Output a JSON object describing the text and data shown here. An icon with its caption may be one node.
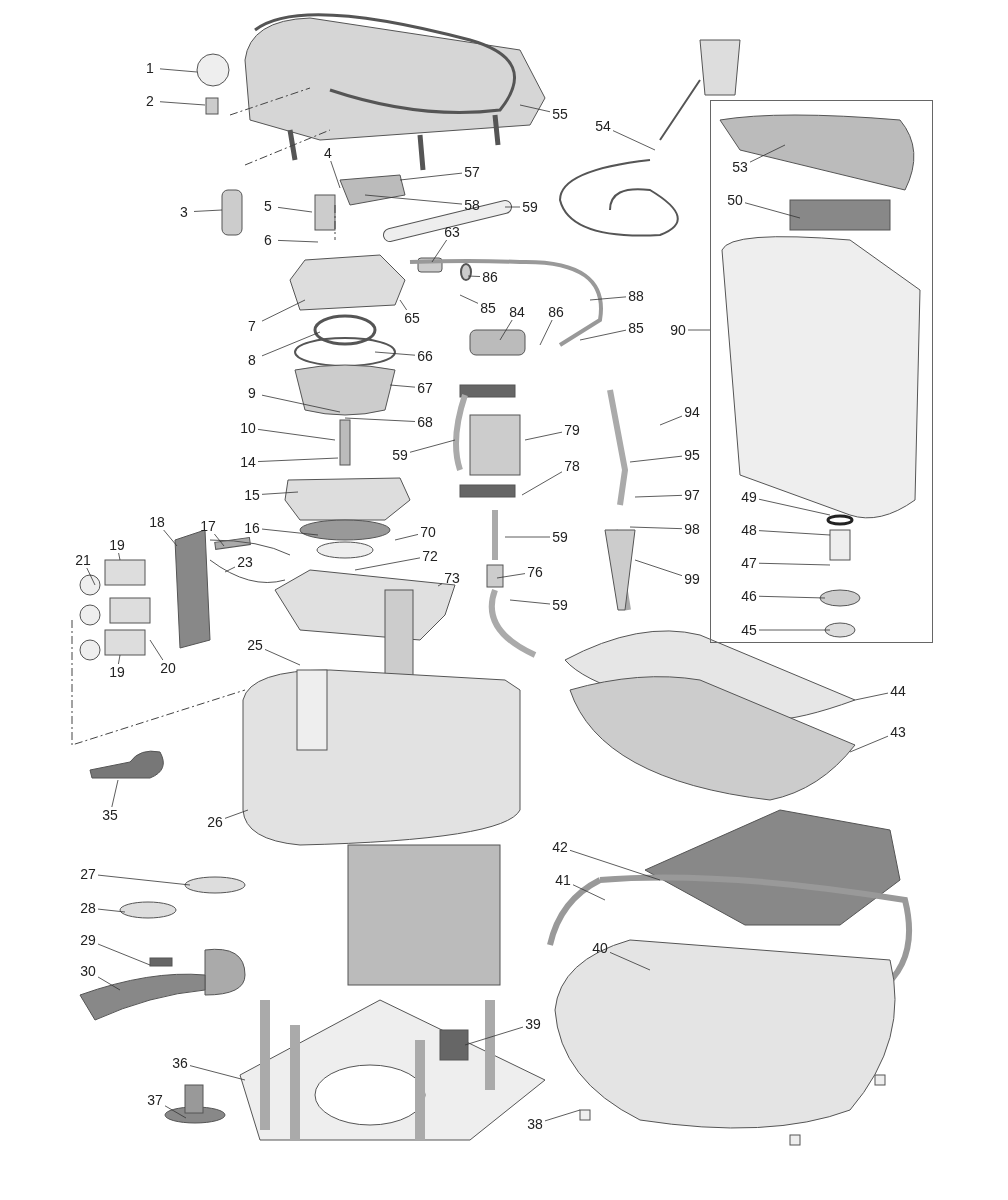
{
  "diagram": {
    "nodes": [
      {
        "text": [
          "1"
        ]
      },
      {
        "text": [
          "2"
        ]
      },
      {
        "text": [
          "55"
        ]
      },
      {
        "text": [
          "54"
        ]
      },
      {
        "text": [
          "53"
        ],
        "in": 74
      },
      {
        "text": [
          "4"
        ]
      },
      {
        "text": [
          "57"
        ]
      },
      {
        "text": [
          "50"
        ],
        "in": 74
      },
      {
        "text": [
          "3"
        ]
      },
      {
        "text": [
          "5"
        ]
      },
      {
        "text": [
          "58"
        ]
      },
      {
        "text": [
          "59"
        ]
      },
      {
        "text": [
          "6"
        ]
      },
      {
        "text": [
          "63"
        ]
      },
      {
        "text": [
          "86"
        ]
      },
      {
        "text": [
          "88"
        ]
      },
      {
        "text": [
          "85"
        ]
      },
      {
        "text": [
          "7"
        ]
      },
      {
        "text": [
          "65"
        ]
      },
      {
        "text": [
          "84"
        ]
      },
      {
        "text": [
          "86"
        ]
      },
      {
        "text": [
          "85"
        ]
      },
      {
        "text": [
          "90"
        ]
      },
      {
        "text": [
          "66"
        ]
      },
      {
        "text": [
          "8"
        ]
      },
      {
        "text": [
          "67"
        ]
      },
      {
        "text": [
          "9"
        ]
      },
      {
        "text": [
          "94"
        ]
      },
      {
        "text": [
          "68"
        ]
      },
      {
        "text": [
          "10"
        ]
      },
      {
        "text": [
          "79"
        ]
      },
      {
        "text": [
          "59"
        ]
      },
      {
        "text": [
          "95"
        ]
      },
      {
        "text": [
          "14"
        ]
      },
      {
        "text": [
          "78"
        ]
      },
      {
        "text": [
          "15"
        ]
      },
      {
        "text": [
          "97"
        ]
      },
      {
        "text": [
          "49"
        ],
        "in": 74
      },
      {
        "text": [
          "18"
        ]
      },
      {
        "text": [
          "17"
        ]
      },
      {
        "text": [
          "16"
        ]
      },
      {
        "text": [
          "70"
        ]
      },
      {
        "text": [
          "98"
        ]
      },
      {
        "text": [
          "48"
        ],
        "in": 74
      },
      {
        "text": [
          "59"
        ]
      },
      {
        "text": [
          "19"
        ]
      },
      {
        "text": [
          "23"
        ]
      },
      {
        "text": [
          "72"
        ]
      },
      {
        "text": [
          "21"
        ]
      },
      {
        "text": [
          "47"
        ],
        "in": 74
      },
      {
        "text": [
          "76"
        ]
      },
      {
        "text": [
          "73"
        ]
      },
      {
        "text": [
          "99"
        ]
      },
      {
        "text": [
          "46"
        ],
        "in": 74
      },
      {
        "text": [
          "59"
        ]
      },
      {
        "text": [
          "45"
        ],
        "in": 74
      },
      {
        "text": [
          "25"
        ]
      },
      {
        "text": [
          "20"
        ]
      },
      {
        "text": [
          "19"
        ]
      },
      {
        "text": [
          "44"
        ]
      },
      {
        "text": [
          "43"
        ]
      },
      {
        "text": [
          "35"
        ]
      },
      {
        "text": [
          "26"
        ]
      },
      {
        "text": [
          "42"
        ]
      },
      {
        "text": [
          "27"
        ]
      },
      {
        "text": [
          "41"
        ]
      },
      {
        "text": [
          "28"
        ]
      },
      {
        "text": [
          "29"
        ]
      },
      {
        "text": [
          "40"
        ]
      },
      {
        "text": [
          "30"
        ]
      },
      {
        "text": [
          "39"
        ]
      },
      {
        "text": [
          "36"
        ]
      },
      {
        "text": [
          "37"
        ]
      },
      {
        "text": [
          "38"
        ]
      },
      {
        "text": [],
        "shape": "box"
      }
    ],
    "edges": [
      {
        "from": 0,
        "to": null,
        "arrow": "none"
      },
      {
        "from": 1,
        "to": null,
        "arrow": "none"
      },
      {
        "from": 2,
        "to": null,
        "arrow": "none"
      },
      {
        "from": 3,
        "to": null,
        "arrow": "none"
      },
      {
        "from": 4,
        "to": null,
        "arrow": "none"
      },
      {
        "from": 5,
        "to": null,
        "arrow": "none"
      },
      {
        "from": 6,
        "to": null,
        "arrow": "none"
      },
      {
        "from": 7,
        "to": null,
        "arrow": "none"
      },
      {
        "from": 8,
        "to": null,
        "arrow": "none"
      },
      {
        "from": 9,
        "to": null,
        "arrow": "none"
      },
      {
        "from": 10,
        "to": null,
        "arrow": "none"
      },
      {
        "from": 11,
        "to": null,
        "arrow": "none"
      },
      {
        "from": 12,
        "to": null,
        "arrow": "none"
      },
      {
        "from": 13,
        "to": null,
        "arrow": "none"
      },
      {
        "from": 14,
        "to": null,
        "arrow": "none"
      },
      {
        "from": 15,
        "to": null,
        "arrow": "none"
      },
      {
        "from": 16,
        "to": null,
        "arrow": "none"
      },
      {
        "from": 17,
        "to": null,
        "arrow": "none"
      },
      {
        "from": 18,
        "to": null,
        "arrow": "none"
      },
      {
        "from": 19,
        "to": null,
        "arrow": "none"
      },
      {
        "from": 20,
        "to": null,
        "arrow": "none"
      },
      {
        "from": 21,
        "to": null,
        "arrow": "none"
      },
      {
        "from": 22,
        "to": 74,
        "arrow": "none"
      },
      {
        "from": 23,
        "to": null,
        "arrow": "none"
      },
      {
        "from": 24,
        "to": null,
        "arrow": "none"
      },
      {
        "from": 25,
        "to": null,
        "arrow": "none"
      },
      {
        "from": 26,
        "to": null,
        "arrow": "none"
      },
      {
        "from": 27,
        "to": null,
        "arrow": "none"
      },
      {
        "from": 28,
        "to": null,
        "arrow": "none"
      },
      {
        "from": 29,
        "to": null,
        "arrow": "none"
      },
      {
        "from": 30,
        "to": null,
        "arrow": "none"
      },
      {
        "from": 31,
        "to": null,
        "arrow": "none"
      },
      {
        "from": 32,
        "to": null,
        "arrow": "none"
      },
      {
        "from": 33,
        "to": null,
        "arrow": "none"
      },
      {
        "from": 34,
        "to": null,
        "arrow": "none"
      },
      {
        "from": 35,
        "to": null,
        "arrow": "none"
      },
      {
        "from": 36,
        "to": null,
        "arrow": "none"
      },
      {
        "from": 37,
        "to": null,
        "arrow": "none"
      },
      {
        "from": 38,
        "to": null,
        "arrow": "none"
      },
      {
        "from": 39,
        "to": null,
        "arrow": "none"
      },
      {
        "from": 40,
        "to": null,
        "arrow": "none"
      },
      {
        "from": 41,
        "to": null,
        "arrow": "none"
      },
      {
        "from": 42,
        "to": null,
        "arrow": "none"
      },
      {
        "from": 43,
        "to": null,
        "arrow": "none"
      },
      {
        "from": 44,
        "to": null,
        "arrow": "none"
      },
      {
        "from": 45,
        "to": null,
        "arrow": "none"
      },
      {
        "from": 46,
        "to": null,
        "arrow": "none"
      },
      {
        "from": 47,
        "to": null,
        "arrow": "none"
      },
      {
        "from": 48,
        "to": null,
        "arrow": "none"
      },
      {
        "from": 49,
        "to": null,
        "arrow": "none"
      },
      {
        "from": 50,
        "to": null,
        "arrow": "none"
      },
      {
        "from": 51,
        "to": null,
        "arrow": "none"
      },
      {
        "from": 52,
        "to": null,
        "arrow": "none"
      },
      {
        "from": 53,
        "to": null,
        "arrow": "none"
      },
      {
        "from": 54,
        "to": null,
        "arrow": "none"
      },
      {
        "from": 55,
        "to": null,
        "arrow": "none"
      },
      {
        "from": 56,
        "to": null,
        "arrow": "none"
      },
      {
        "from": 57,
        "to": null,
        "arrow": "none"
      },
      {
        "from": 58,
        "to": null,
        "arrow": "none"
      },
      {
        "from": 59,
        "to": null,
        "arrow": "none"
      },
      {
        "from": 60,
        "to": null,
        "arrow": "none"
      },
      {
        "from": 61,
        "to": null,
        "arrow": "none"
      },
      {
        "from": 62,
        "to": null,
        "arrow": "none"
      },
      {
        "from": 63,
        "to": null,
        "arrow": "none"
      },
      {
        "from": 64,
        "to": null,
        "arrow": "none"
      },
      {
        "from": 65,
        "to": null,
        "arrow": "none"
      },
      {
        "from": 66,
        "to": null,
        "arrow": "none"
      },
      {
        "from": 67,
        "to": null,
        "arrow": "none"
      },
      {
        "from": 68,
        "to": null,
        "arrow": "none"
      },
      {
        "from": 69,
        "to": null,
        "arrow": "none"
      },
      {
        "from": 70,
        "to": null,
        "arrow": "none"
      },
      {
        "from": 71,
        "to": null,
        "arrow": "none"
      },
      {
        "from": 72,
        "to": null,
        "arrow": "none"
      },
      {
        "from": 73,
        "to": null,
        "arrow": "none"
      }
    ]
  }
}
